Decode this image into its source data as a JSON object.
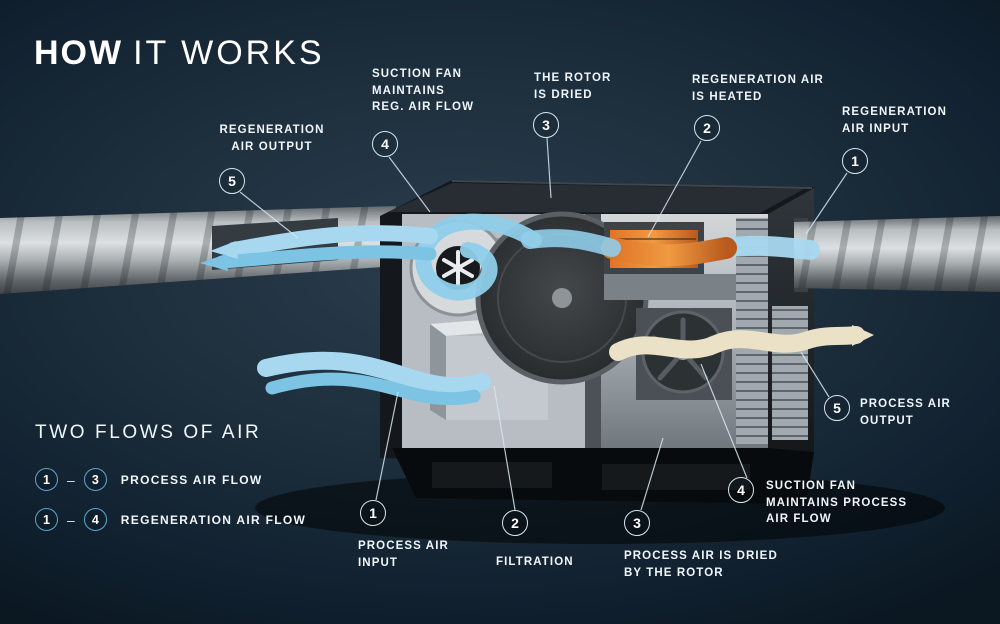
{
  "title": {
    "bold": "HOW",
    "light": "IT WORKS"
  },
  "callouts": {
    "top": [
      {
        "number": "5",
        "label": "REGENERATION\nAIR OUTPUT"
      },
      {
        "number": "4",
        "label": "SUCTION FAN\nMAINTAINS\nREG. AIR FLOW"
      },
      {
        "number": "3",
        "label": "THE ROTOR\nIS DRIED"
      },
      {
        "number": "2",
        "label": "REGENERATION AIR\nIS HEATED"
      },
      {
        "number": "1",
        "label": "REGENERATION\nAIR INPUT"
      }
    ],
    "bottom": [
      {
        "number": "1",
        "label": "PROCESS AIR\nINPUT"
      },
      {
        "number": "2",
        "label": "FILTRATION"
      },
      {
        "number": "3",
        "label": "PROCESS AIR IS DRIED\nBY THE ROTOR"
      },
      {
        "number": "4",
        "label": "SUCTION FAN\nMAINTAINS PROCESS\nAIR FLOW"
      },
      {
        "number": "5",
        "label": "PROCESS AIR\nOUTPUT"
      }
    ]
  },
  "legend": {
    "heading": "TWO FLOWS OF AIR",
    "rows": [
      {
        "start": "1",
        "dash": "–",
        "end": "3",
        "label": "PROCESS AIR FLOW"
      },
      {
        "start": "1",
        "dash": "–",
        "end": "4",
        "label": "REGENERATION AIR FLOW"
      }
    ]
  },
  "colors": {
    "background": "#1d2e3c",
    "flow_blue": "#a7d8f0",
    "flow_blue_dark": "#7cc3e4",
    "heat_orange": "#e8883a",
    "dry_air_cream": "#eae1c6",
    "badge_border": "#d8e6ef",
    "legend_badge_border": "#5fa6cb"
  }
}
